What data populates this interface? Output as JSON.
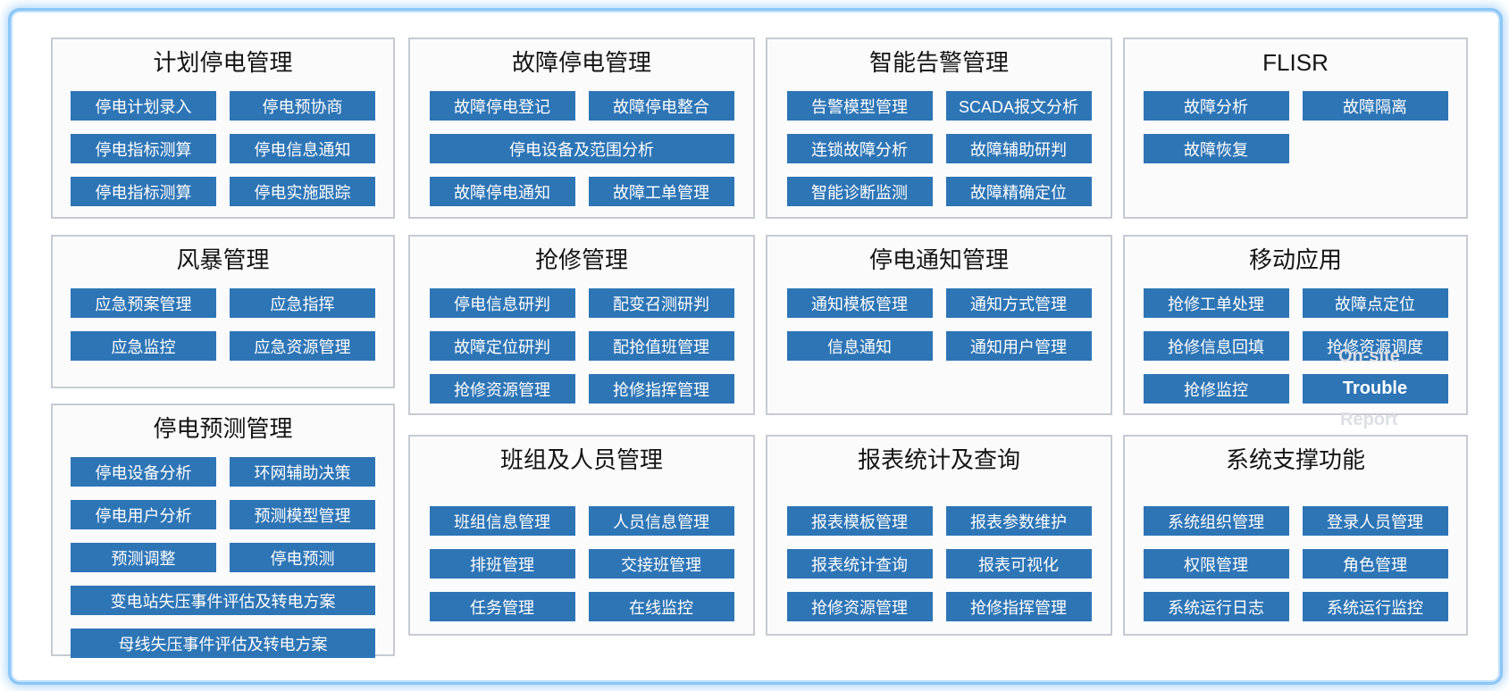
{
  "colors": {
    "button_blue": "#2e75b6",
    "panel_border": "#c6cbd3",
    "panel_background": "#fbfbfc",
    "frame_glow_blue": "#8cc6f7",
    "overlay_text_gray": "#dcdfe4"
  },
  "panels": [
    {
      "id": "plan",
      "title": "计划停电管理",
      "spread": false,
      "buttons": [
        {
          "name": "outage-plan-entry",
          "label": "停电计划录入"
        },
        {
          "name": "outage-pre-negotiation",
          "label": "停电预协商"
        },
        {
          "name": "outage-index-calculation",
          "label": "停电指标测算"
        },
        {
          "name": "outage-info-notification",
          "label": "停电信息通知"
        },
        {
          "name": "outage-index-calculation-2",
          "label": "停电指标测算"
        },
        {
          "name": "outage-implementation-tracking",
          "label": "停电实施跟踪"
        }
      ]
    },
    {
      "id": "fault",
      "title": "故障停电管理",
      "spread": false,
      "buttons": [
        {
          "name": "fault-outage-registration",
          "label": "故障停电登记"
        },
        {
          "name": "fault-outage-integration",
          "label": "故障停电整合"
        },
        {
          "name": "outage-equipment-scope-analysis",
          "label": "停电设备及范围分析",
          "span": 2
        },
        {
          "name": "fault-outage-notification",
          "label": "故障停电通知"
        },
        {
          "name": "fault-work-order-management",
          "label": "故障工单管理"
        }
      ]
    },
    {
      "id": "alarm",
      "title": "智能告警管理",
      "spread": false,
      "buttons": [
        {
          "name": "alarm-model-management",
          "label": "告警模型管理"
        },
        {
          "name": "scada-message-analysis",
          "label": "SCADA报文分析"
        },
        {
          "name": "cascading-fault-analysis",
          "label": "连锁故障分析"
        },
        {
          "name": "fault-assisted-judgment",
          "label": "故障辅助研判"
        },
        {
          "name": "intelligent-diagnosis-monitoring",
          "label": "智能诊断监测"
        },
        {
          "name": "fault-precise-location",
          "label": "故障精确定位"
        }
      ]
    },
    {
      "id": "flisr",
      "title": "FLISR",
      "spread": false,
      "buttons": [
        {
          "name": "fault-analysis",
          "label": "故障分析"
        },
        {
          "name": "fault-isolation",
          "label": "故障隔离"
        },
        {
          "name": "fault-recovery",
          "label": "故障恢复"
        }
      ]
    },
    {
      "id": "storm",
      "title": "风暴管理",
      "spread": false,
      "buttons": [
        {
          "name": "emergency-plan-management",
          "label": "应急预案管理"
        },
        {
          "name": "emergency-command",
          "label": "应急指挥"
        },
        {
          "name": "emergency-monitoring",
          "label": "应急监控"
        },
        {
          "name": "emergency-resource-management",
          "label": "应急资源管理"
        }
      ]
    },
    {
      "id": "repair",
      "title": "抢修管理",
      "spread": false,
      "buttons": [
        {
          "name": "outage-info-judgment",
          "label": "停电信息研判"
        },
        {
          "name": "transformer-polling-judgment",
          "label": "配变召测研判"
        },
        {
          "name": "fault-location-judgment",
          "label": "故障定位研判"
        },
        {
          "name": "repair-duty-management",
          "label": "配抢值班管理"
        },
        {
          "name": "repair-resource-management",
          "label": "抢修资源管理"
        },
        {
          "name": "repair-command-management",
          "label": "抢修指挥管理"
        }
      ]
    },
    {
      "id": "notify",
      "title": "停电通知管理",
      "spread": false,
      "buttons": [
        {
          "name": "notification-template-management",
          "label": "通知模板管理"
        },
        {
          "name": "notification-method-management",
          "label": "通知方式管理"
        },
        {
          "name": "info-notification",
          "label": "信息通知"
        },
        {
          "name": "notification-user-management",
          "label": "通知用户管理"
        }
      ]
    },
    {
      "id": "mobile",
      "title": "移动应用",
      "spread": false,
      "buttons": [
        {
          "name": "repair-work-order-processing",
          "label": "抢修工单处理"
        },
        {
          "name": "fault-point-location",
          "label": "故障点定位"
        },
        {
          "name": "repair-info-backfill",
          "label": "抢修信息回填"
        },
        {
          "name": "repair-resource-dispatch",
          "label": "抢修资源调度"
        },
        {
          "name": "repair-monitoring",
          "label": "抢修监控"
        },
        {
          "name": "trouble",
          "label": "Trouble",
          "en": true
        }
      ]
    },
    {
      "id": "forecast",
      "title": "停电预测管理",
      "spread": false,
      "buttons": [
        {
          "name": "outage-equipment-analysis",
          "label": "停电设备分析"
        },
        {
          "name": "ring-network-decision-support",
          "label": "环网辅助决策"
        },
        {
          "name": "outage-user-analysis",
          "label": "停电用户分析"
        },
        {
          "name": "forecast-model-management",
          "label": "预测模型管理"
        },
        {
          "name": "forecast-adjustment",
          "label": "预测调整"
        },
        {
          "name": "outage-forecast",
          "label": "停电预测"
        },
        {
          "name": "substation-voltage-loss-assessment",
          "label": "变电站失压事件评估及转电方案",
          "span": 2
        },
        {
          "name": "busbar-voltage-loss-assessment",
          "label": "母线失压事件评估及转电方案",
          "span": 2
        }
      ]
    },
    {
      "id": "team",
      "title": "班组及人员管理",
      "spread": true,
      "buttons": [
        {
          "name": "team-info-management",
          "label": "班组信息管理"
        },
        {
          "name": "personnel-info-management",
          "label": "人员信息管理"
        },
        {
          "name": "shift-scheduling-management",
          "label": "排班管理"
        },
        {
          "name": "shift-handover-management",
          "label": "交接班管理"
        },
        {
          "name": "task-management",
          "label": "任务管理"
        },
        {
          "name": "online-monitoring",
          "label": "在线监控"
        }
      ]
    },
    {
      "id": "report",
      "title": "报表统计及查询",
      "spread": true,
      "buttons": [
        {
          "name": "report-template-management",
          "label": "报表模板管理"
        },
        {
          "name": "report-parameter-maintenance",
          "label": "报表参数维护"
        },
        {
          "name": "report-statistics-query",
          "label": "报表统计查询"
        },
        {
          "name": "report-visualization",
          "label": "报表可视化"
        },
        {
          "name": "repair-resource-management-2",
          "label": "抢修资源管理"
        },
        {
          "name": "repair-command-management-2",
          "label": "抢修指挥管理"
        }
      ]
    },
    {
      "id": "system",
      "title": "系统支撑功能",
      "spread": true,
      "buttons": [
        {
          "name": "system-organization-management",
          "label": "系统组织管理"
        },
        {
          "name": "login-personnel-management",
          "label": "登录人员管理"
        },
        {
          "name": "permission-management",
          "label": "权限管理"
        },
        {
          "name": "role-management",
          "label": "角色管理"
        },
        {
          "name": "system-operation-log",
          "label": "系统运行日志"
        },
        {
          "name": "system-operation-monitoring",
          "label": "系统运行监控"
        }
      ]
    }
  ],
  "overlays": [
    {
      "id": "onsite",
      "text": "On-site"
    },
    {
      "id": "report",
      "text": "Report"
    }
  ]
}
